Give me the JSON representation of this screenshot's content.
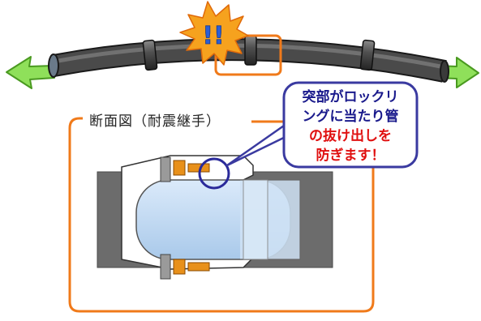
{
  "caption": "断面図（耐震継手）",
  "callout": {
    "line1": "突部がロックリ",
    "line2": "ングに当たり管",
    "line3": "の抜け出しを",
    "line4": "防ぎます！"
  },
  "burst_mark": "!!",
  "colors": {
    "pipe": "#3f3f3f",
    "arrow": "#7fdc3a",
    "highlight_orange": "#f07a1a",
    "callout_border": "#3a3aa0",
    "callout_text": "#1a1a8c",
    "warning_red": "#e01010",
    "burst": "#f6a21e",
    "body_blue": "#bcd9f0",
    "ring_orange": "#e8901a",
    "sleeve_gray": "#8c8c8c"
  },
  "icons": [
    "arrow-left-icon",
    "arrow-right-icon",
    "burst-icon"
  ]
}
